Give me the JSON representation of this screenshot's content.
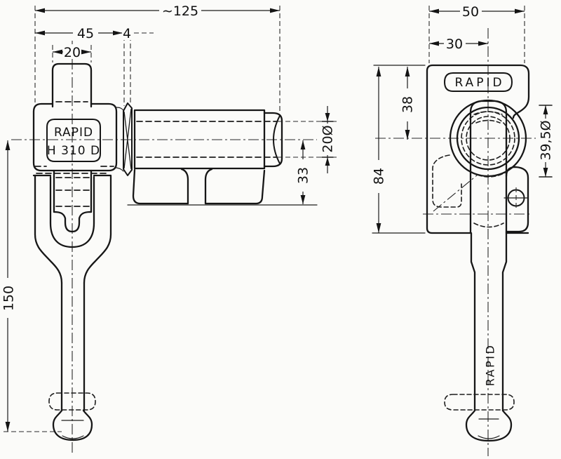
{
  "left_view": {
    "name_plate": {
      "line1": "RAPID",
      "line2": "H 310 D"
    },
    "dimensions": {
      "overall_length": "∼125",
      "body_width": "45",
      "washer_thickness": "4",
      "stub_width": "20",
      "handle_length": "150",
      "bore_diameter": "20Ø",
      "base_height": "33"
    }
  },
  "right_view": {
    "name_plate": "RAPID",
    "shaft_marking": "RAPID",
    "dimensions": {
      "overall_width": "50",
      "edge_to_center": "30",
      "top_to_center": "38",
      "body_height": "84",
      "ring_diameter": "39,5Ø"
    }
  }
}
